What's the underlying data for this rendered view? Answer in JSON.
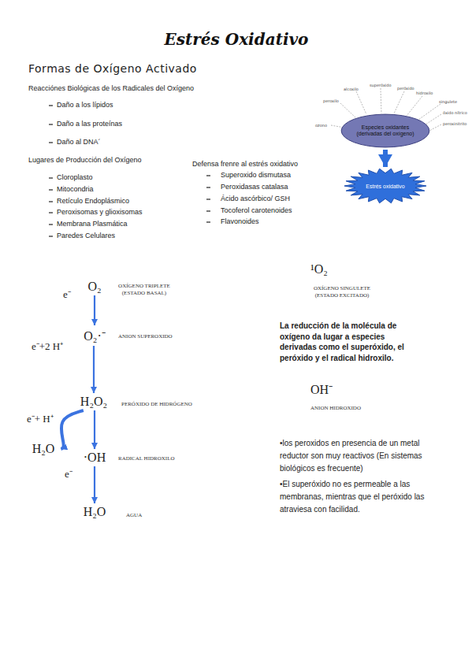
{
  "diagram": {
    "title": "Estrés Oxidativo",
    "nodes": [
      {
        "text": [
          "Especies oxidantes (derivadas del oxígeno)"
        ]
      },
      {
        "text": [
          "Estrés oxidativo"
        ]
      },
      {
        "text": [
          "O₂"
        ]
      },
      {
        "text": [
          "O₂·⁻"
        ]
      },
      {
        "text": [
          "H₂O₂"
        ]
      },
      {
        "text": [
          "·OH"
        ]
      },
      {
        "text": [
          "H₂O"
        ]
      },
      {
        "text": [
          "H₂O"
        ]
      }
    ],
    "edges": [
      {
        "from": 0,
        "to": 1,
        "arrow": "to"
      },
      {
        "from": 2,
        "to": 3,
        "arrow": "to"
      },
      {
        "from": 3,
        "to": 4,
        "arrow": "to"
      },
      {
        "from": 4,
        "to": 5,
        "arrow": "to"
      },
      {
        "from": 5,
        "to": 6,
        "arrow": "to"
      },
      {
        "from": 4,
        "to": 7,
        "arrow": "to"
      }
    ],
    "labels": [
      "Formas de Oxígeno Activado",
      "Reacciónes Biológicas de los Radicales del Oxígeno",
      "Daño a los lípidos",
      "Daño a las proteínas",
      "Daño al DNA´",
      "Lugares de Producción del Oxígeno",
      "Cloroplasto",
      "Mitocondria",
      "Retículo Endoplásmico",
      "Peroxisomas y glioxisomas",
      "Membrana Plasmática",
      "Paredes Celulares",
      "Defensa frenre al estrés oxidativo",
      "Superoxido dismutasa",
      "Peroxidasas catalasa",
      "Ácido ascórbico/ GSH",
      "Tocoferol carotenoides",
      "Flavonoides",
      "ozono",
      "peroxilo",
      "alcoxilo",
      "superóxido",
      "peróxido",
      "hidroxilo",
      "singulete",
      "óxido nítrico",
      "peroxinitrito",
      "e⁻",
      "OXÍGENO TRIPLETE (ESTADO BASAL)",
      "ANION SUPEROXIDO",
      "e⁻+2 H⁺",
      "PERÓXIDO DE HIDRÓGENO",
      "e⁻+ H⁺",
      "RADICAL HIDROXILO",
      "e⁻",
      "AGUA",
      "¹O₂",
      "OXÍGENO SINGULETE (ESTADO EXCITADO)",
      "La reducción de la molécula de oxígeno da lugar a especies derivadas como el superóxido, el peróxido y el radical hidroxilo.",
      "OH⁻",
      "ANION HIDROXIDO",
      "•los peroxidos en presencia de un metal reductor son muy reactivos (En sistemas biológicos es frecuente)",
      "•El superóxido no es permeable a las membranas, mientras que el peróxido las atraviesa con facilidad."
    ]
  }
}
